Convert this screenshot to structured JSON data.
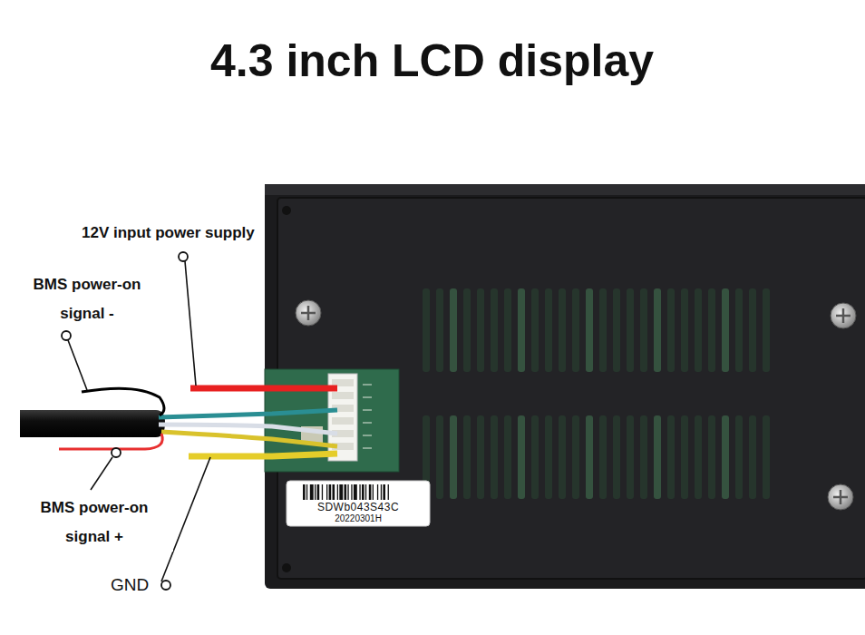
{
  "diagram": {
    "title": "4.3 inch LCD display",
    "nodes": [
      {
        "text": [
          "SDWb043S43C",
          "20220301H"
        ]
      }
    ],
    "labels": [
      "12V input power supply",
      "BMS power-on signal -",
      "BMS power-on signal +",
      "GND"
    ]
  }
}
